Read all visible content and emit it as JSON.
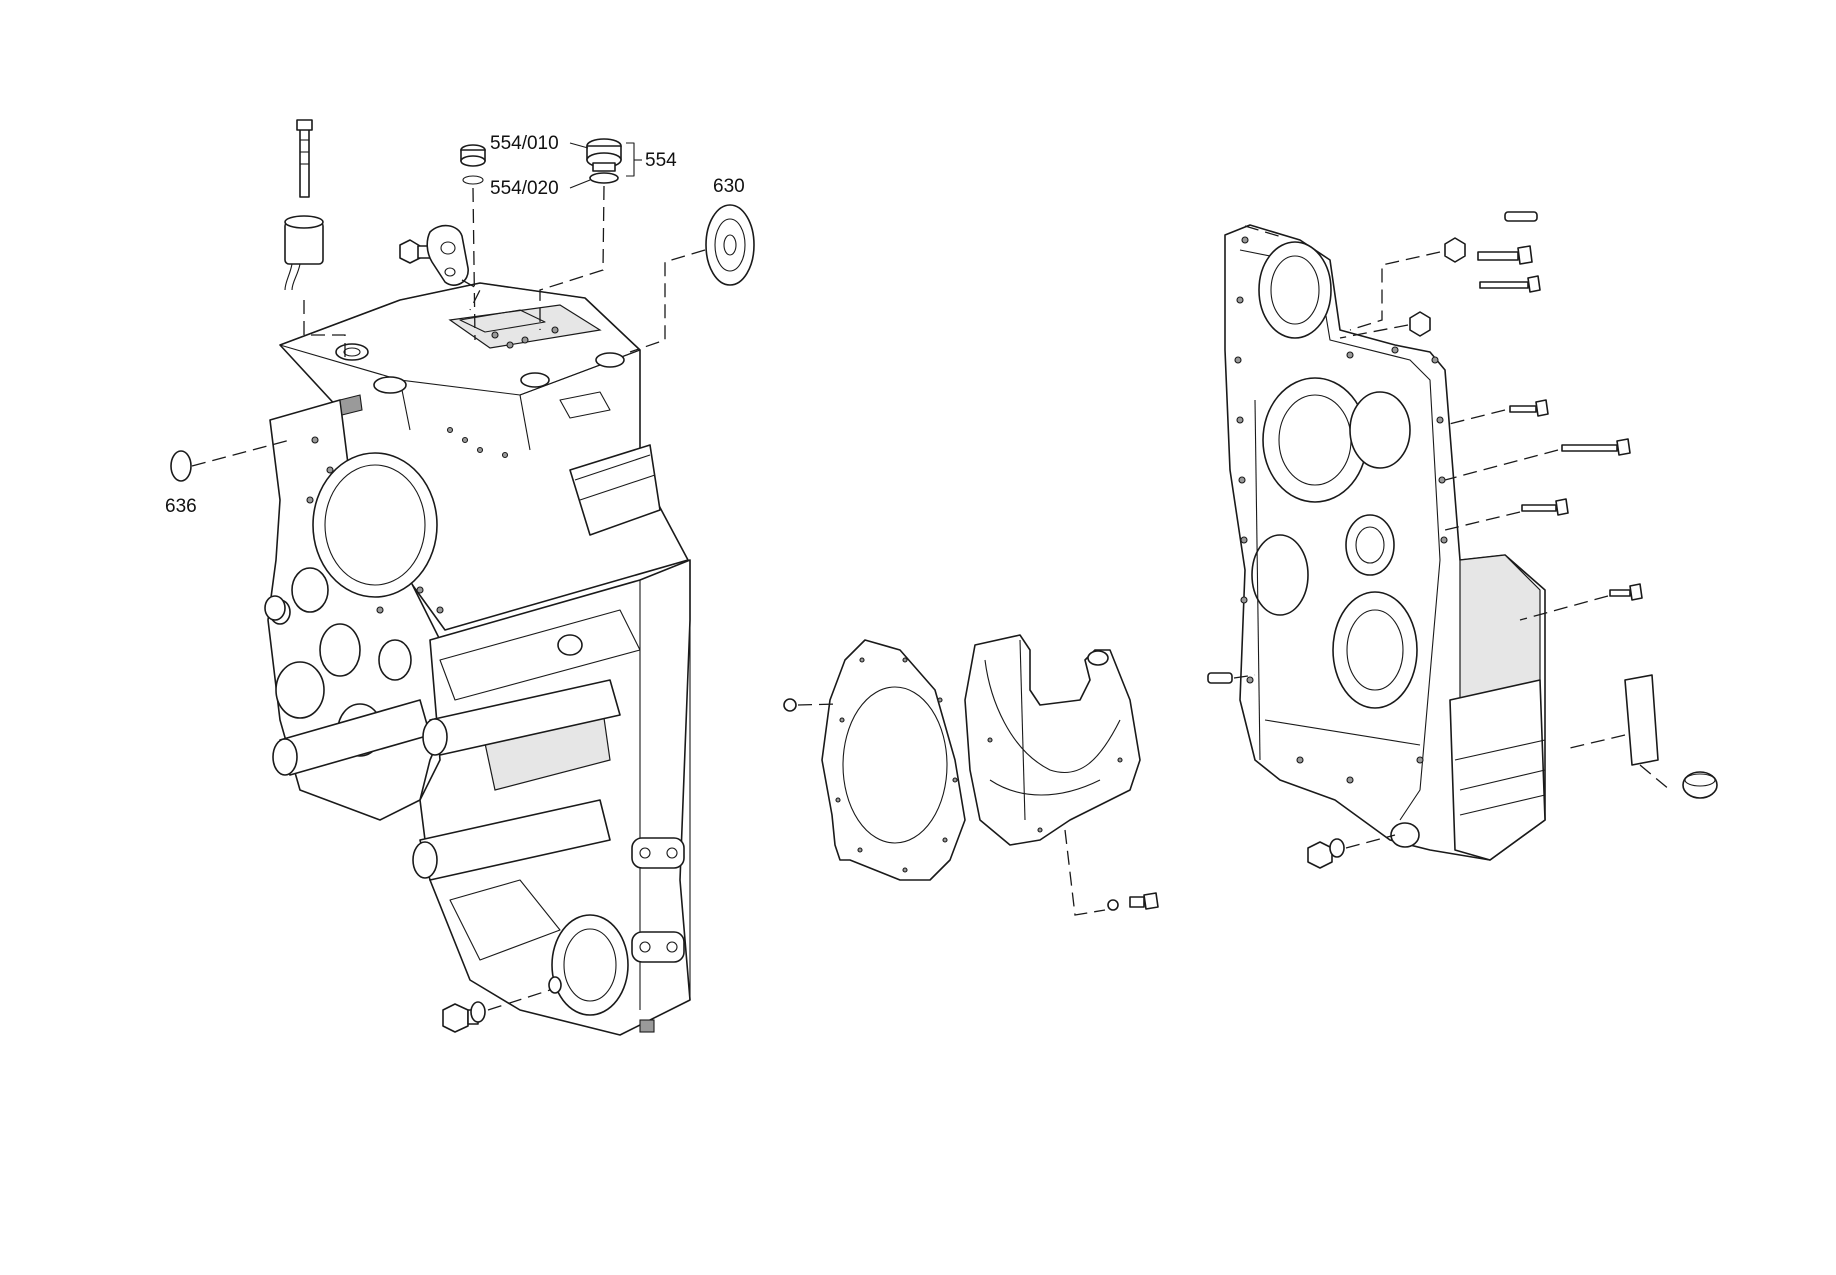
{
  "callouts": {
    "c554_010": "554/010",
    "c554_020": "554/020",
    "c554": "554",
    "c630": "630",
    "c636": "636"
  }
}
